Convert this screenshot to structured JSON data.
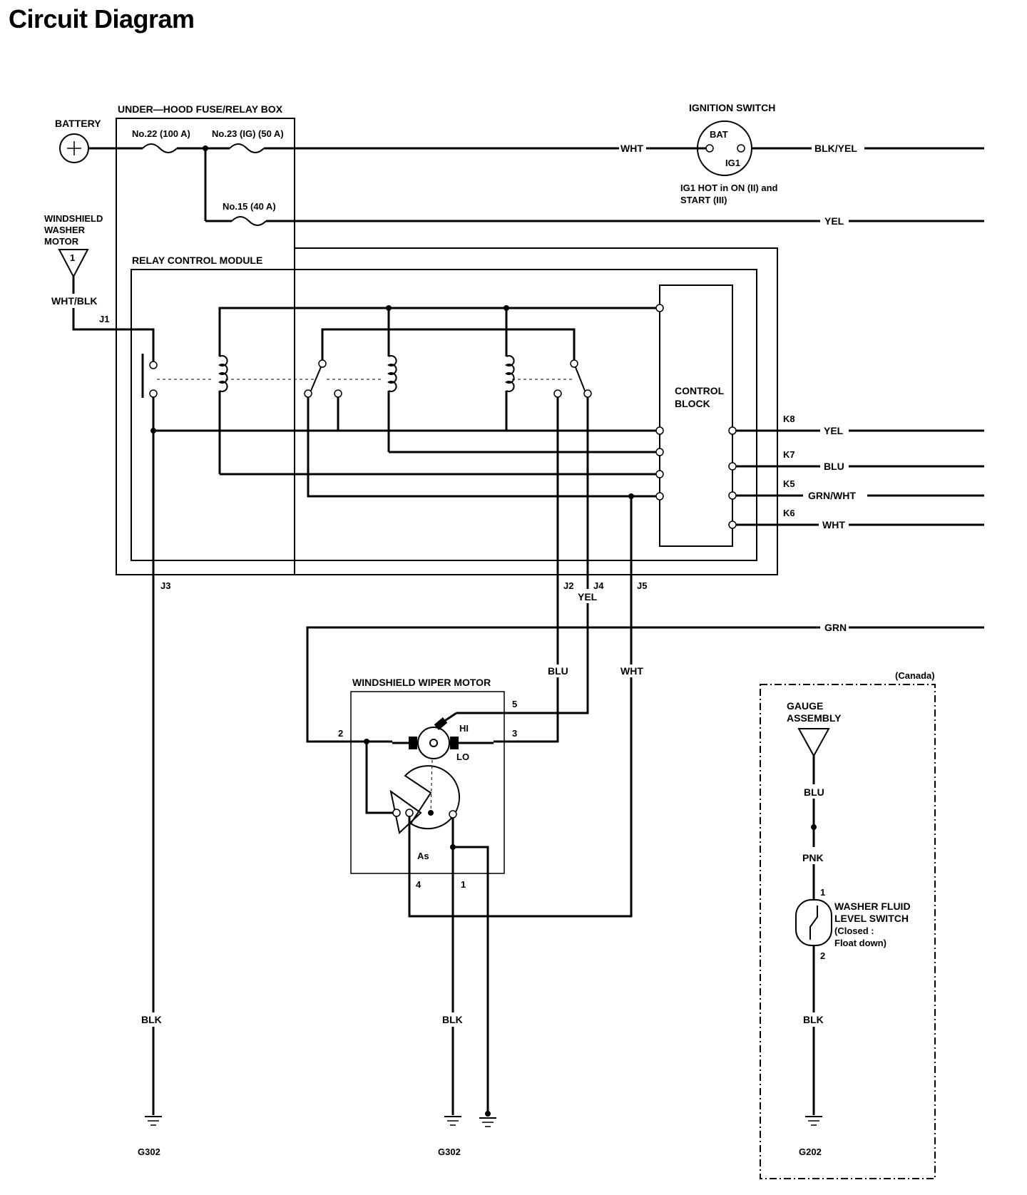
{
  "title": "Circuit Diagram",
  "labels": {
    "battery": "BATTERY",
    "fuse_box": "UNDER—HOOD FUSE/RELAY BOX",
    "fuse22": "No.22 (100 A)",
    "fuse23": "No.23 (IG) (50 A)",
    "fuse15": "No.15 (40 A)",
    "ignition_switch": "IGNITION SWITCH",
    "bat": "BAT",
    "ig1": "IG1",
    "ig1_note_1": "IG1 HOT in ON (II) and",
    "ig1_note_2": "START (III)",
    "washer_motor_1": "WINDSHIELD",
    "washer_motor_2": "WASHER",
    "washer_motor_3": "MOTOR",
    "washer_pin": "1",
    "relay_module": "RELAY CONTROL MODULE",
    "control_block_1": "CONTROL",
    "control_block_2": "BLOCK",
    "wiper_motor": "WINDSHIELD WIPER MOTOR",
    "hi": "HI",
    "lo": "LO",
    "as": "As",
    "canada": "(Canada)",
    "gauge_1": "GAUGE",
    "gauge_2": "ASSEMBLY",
    "washer_switch_1": "WASHER FLUID",
    "washer_switch_2": "LEVEL SWITCH",
    "washer_switch_3": "(Closed :",
    "washer_switch_4": "Float down)",
    "ground_g302_a": "G302",
    "ground_g302_b": "G302",
    "ground_g202": "G202"
  },
  "wires": {
    "wht_ign": "WHT",
    "blk_yel": "BLK/YEL",
    "yel_top": "YEL",
    "wht_blk": "WHT/BLK",
    "k8_yel": "YEL",
    "k7_blu": "BLU",
    "k5_grn_wht": "GRN/WHT",
    "k6_wht": "WHT",
    "yel_j4": "YEL",
    "grn": "GRN",
    "blu_motor": "BLU",
    "wht_motor": "WHT",
    "blk_g302_a": "BLK",
    "blk_g302_b": "BLK",
    "blu_gauge": "BLU",
    "pnk": "PNK",
    "blk_g202": "BLK"
  },
  "connectors": {
    "j1": "J1",
    "j2": "J2",
    "j3": "J3",
    "j4": "J4",
    "j5": "J5",
    "k5": "K5",
    "k6": "K6",
    "k7": "K7",
    "k8": "K8"
  },
  "pins": {
    "p2": "2",
    "p3": "3",
    "p5": "5",
    "p4": "4",
    "p1": "1",
    "sw1": "1",
    "sw2": "2"
  }
}
